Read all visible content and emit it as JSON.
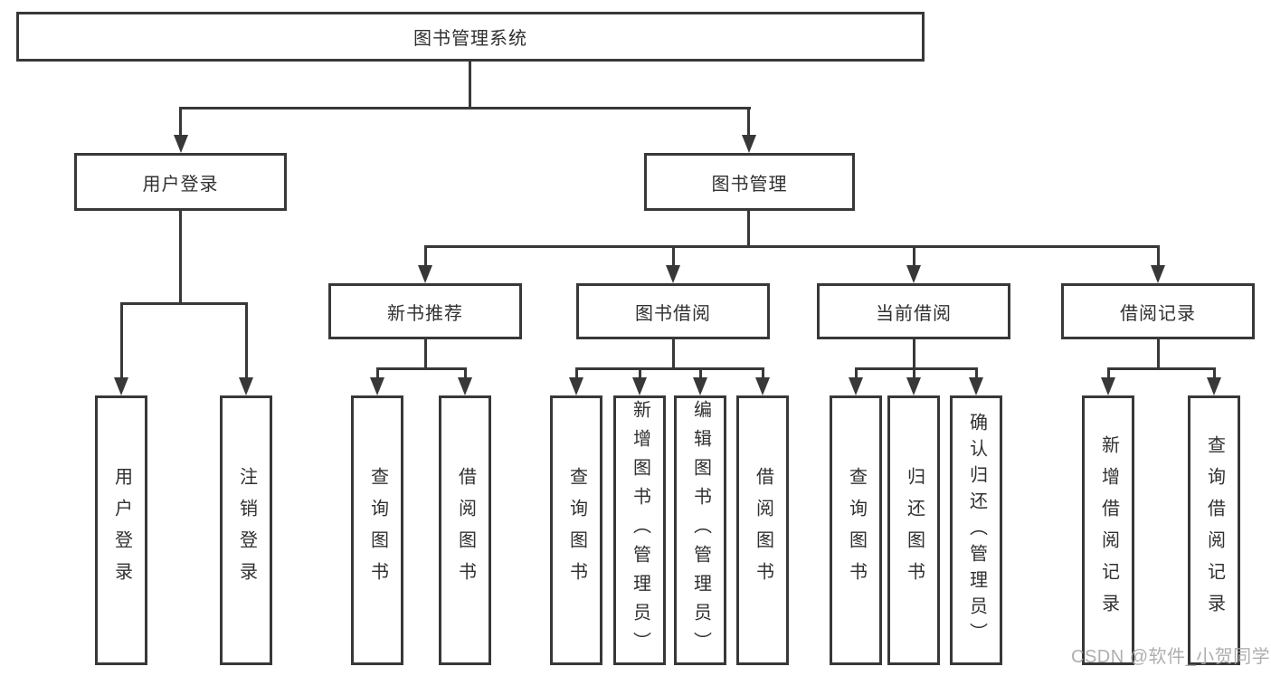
{
  "tree": {
    "root": {
      "label": "图书管理系统"
    },
    "children": [
      {
        "label": "用户登录",
        "children": [
          {
            "label": "用户登录"
          },
          {
            "label": "注销登录"
          }
        ]
      },
      {
        "label": "图书管理",
        "children": [
          {
            "label": "新书推荐",
            "children": [
              {
                "label": "查询图书"
              },
              {
                "label": "借阅图书"
              }
            ]
          },
          {
            "label": "图书借阅",
            "children": [
              {
                "label": "查询图书"
              },
              {
                "label": "新增图书（管理员）"
              },
              {
                "label": "编辑图书（管理员）"
              },
              {
                "label": "借阅图书"
              }
            ]
          },
          {
            "label": "当前借阅",
            "children": [
              {
                "label": "查询图书"
              },
              {
                "label": "归还图书"
              },
              {
                "label": "确认归还（管理员）"
              }
            ]
          },
          {
            "label": "借阅记录",
            "children": [
              {
                "label": "新增借阅记录"
              },
              {
                "label": "查询借阅记录"
              }
            ]
          }
        ]
      }
    ]
  },
  "watermark": {
    "text": "CSDN @软件_小贺同学"
  },
  "colors": {
    "line": "#383838",
    "text": "#303030",
    "background": "#ffffff",
    "watermark": "#a8a8a8"
  }
}
